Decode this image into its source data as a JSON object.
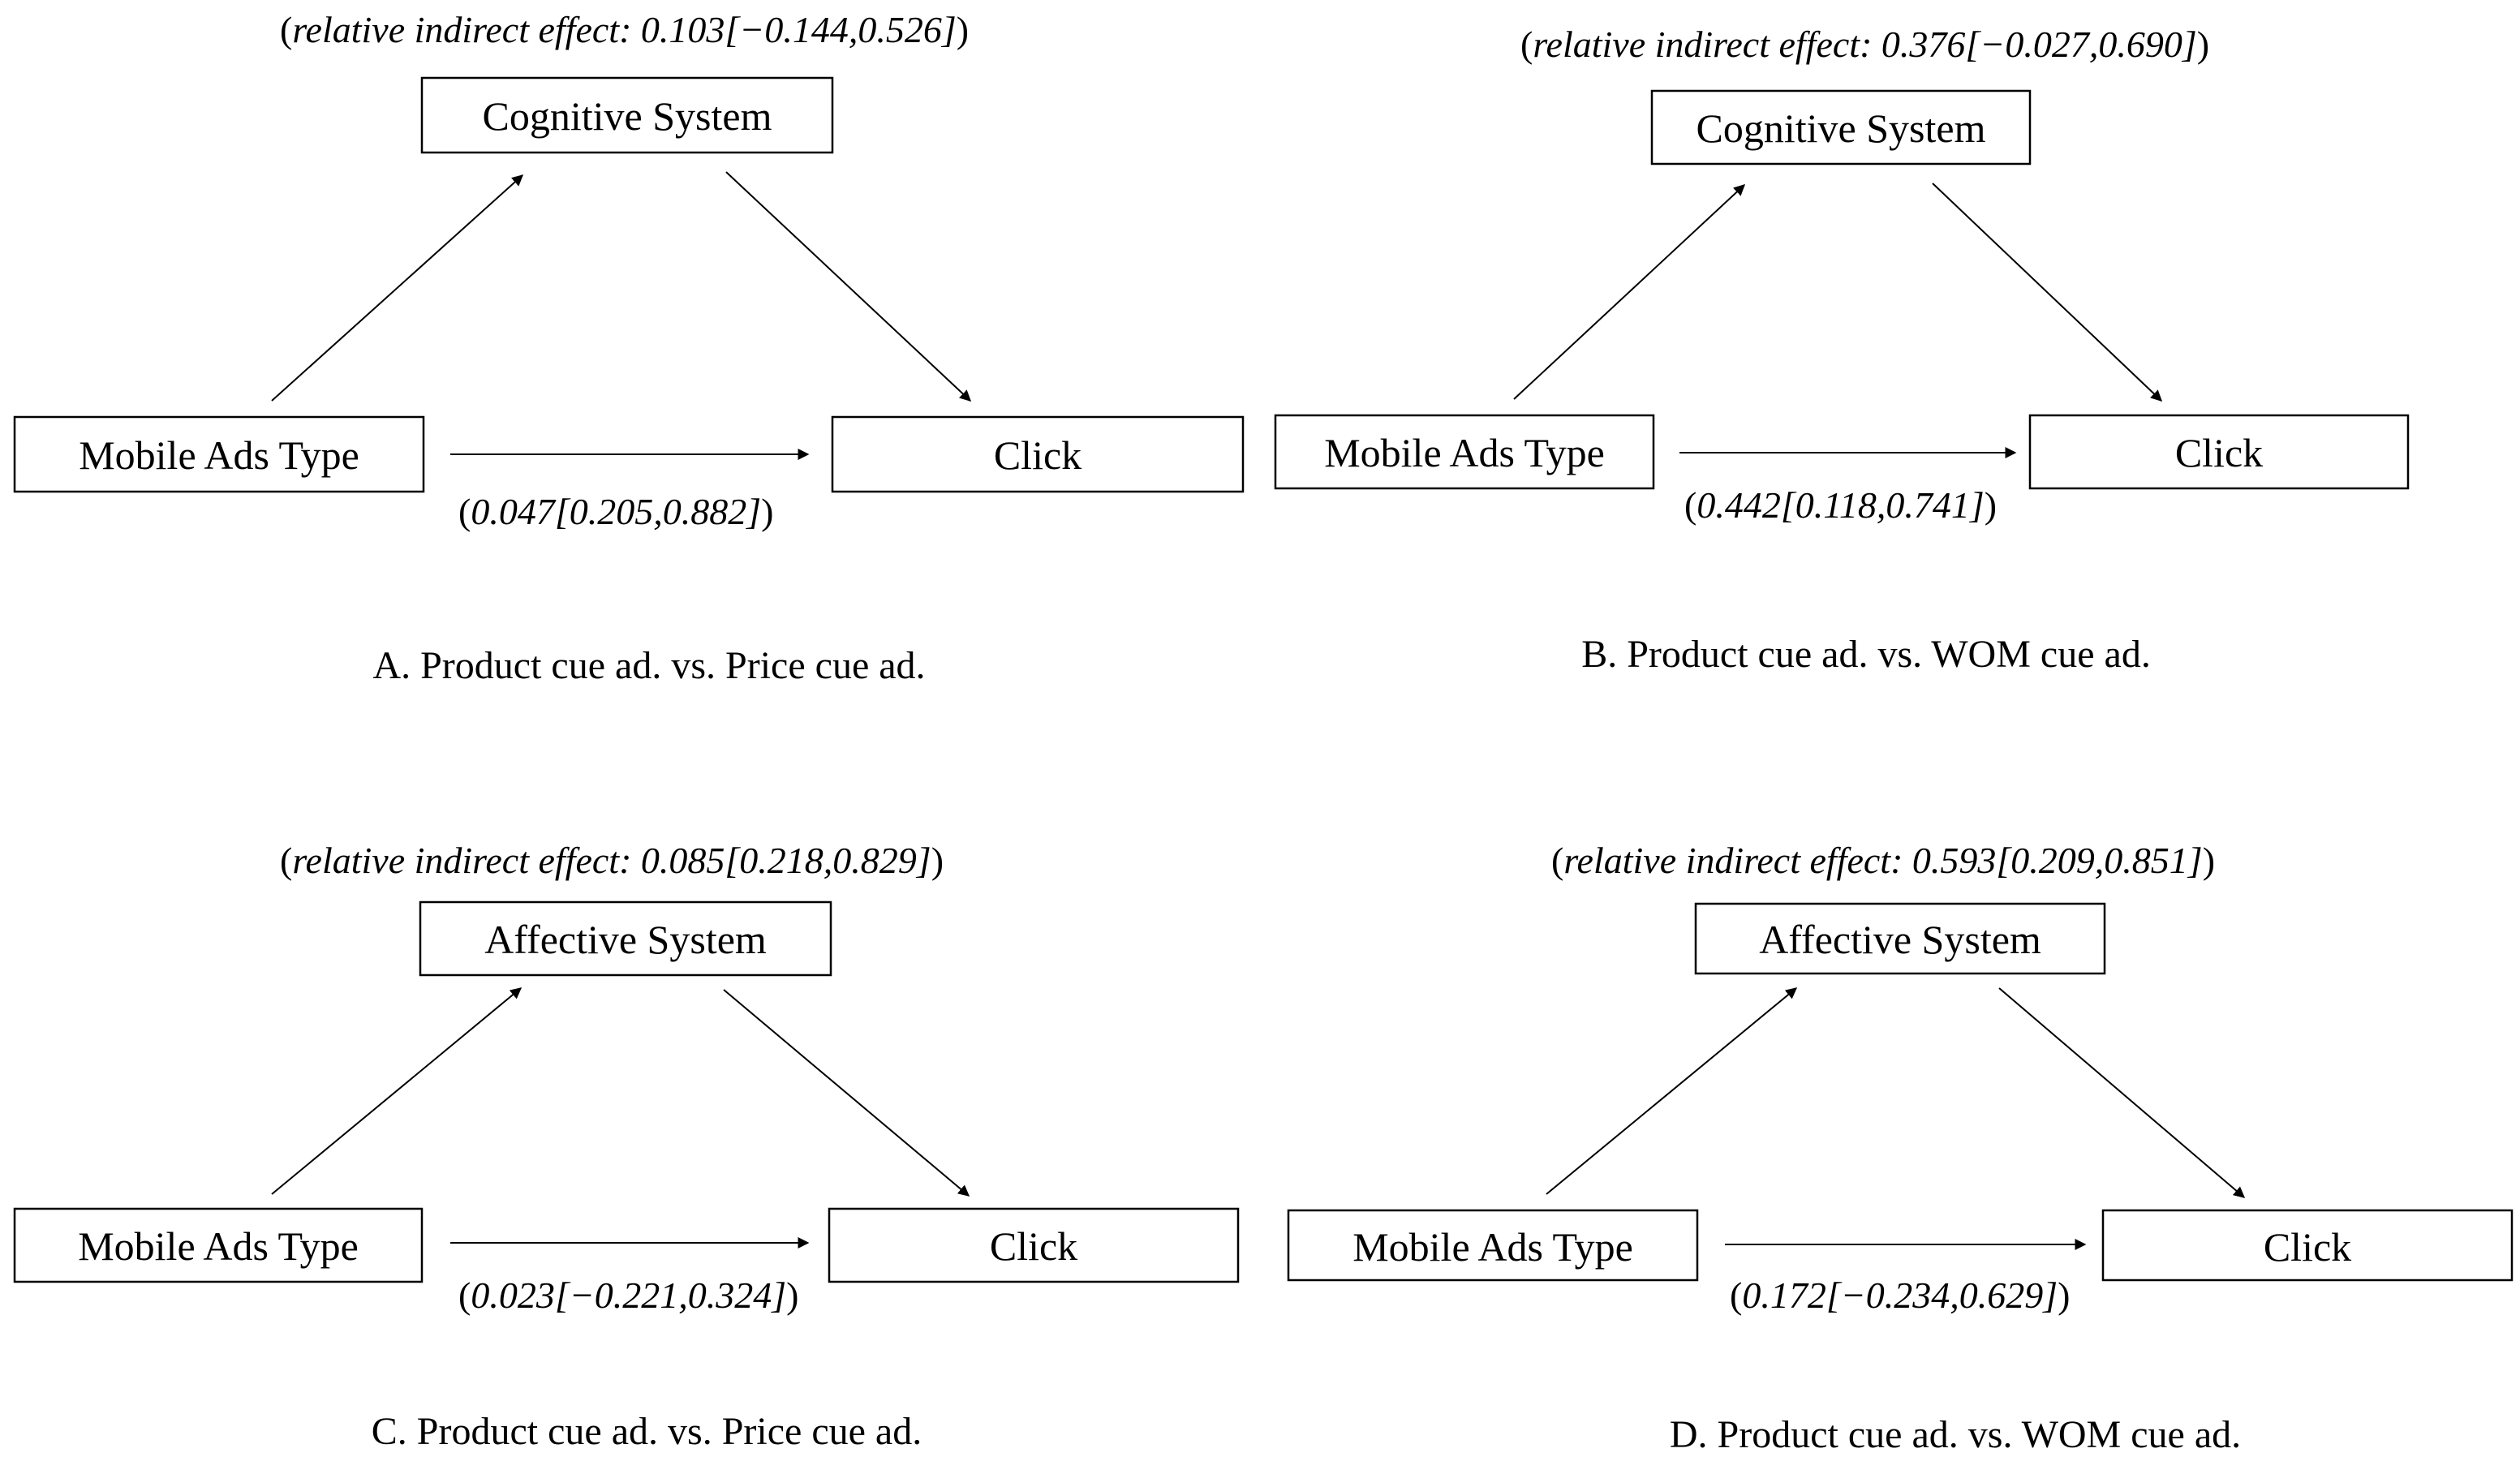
{
  "panels": [
    {
      "caption": "A. Product cue ad. vs. Price cue ad.",
      "mediator": "Cognitive System",
      "predictor": "Mobile Ads Type",
      "outcome": "Click",
      "indirect_effect": "relative indirect effect: 0.103[−0.144,0.526]",
      "direct_effect": "0.047[0.205,0.882]"
    },
    {
      "caption": "B. Product cue ad. vs. WOM cue ad.",
      "mediator": "Cognitive System",
      "predictor": "Mobile Ads Type",
      "outcome": "Click",
      "indirect_effect": "relative indirect effect: 0.376[−0.027,0.690]",
      "direct_effect": "0.442[0.118,0.741]"
    },
    {
      "caption": "C. Product cue ad. vs. Price cue ad.",
      "mediator": "Affective System",
      "predictor": "Mobile Ads Type",
      "outcome": "Click",
      "indirect_effect": "relative indirect effect: 0.085[0.218,0.829]",
      "direct_effect": "0.023[−0.221,0.324]"
    },
    {
      "caption": "D. Product cue ad. vs. WOM cue ad.",
      "mediator": "Affective System",
      "predictor": "Mobile Ads Type",
      "outcome": "Click",
      "indirect_effect": "relative indirect effect: 0.593[0.209,0.851]",
      "direct_effect": "0.172[−0.234,0.629]"
    }
  ]
}
